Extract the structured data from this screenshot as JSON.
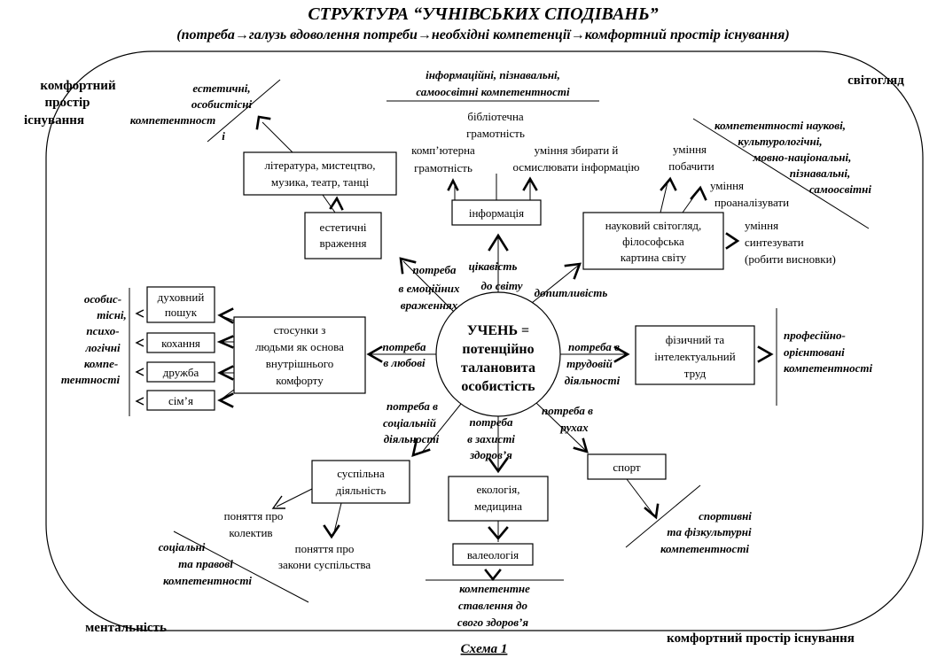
{
  "title": "СТРУКТУРА “УЧНІВСЬКИХ СПОДІВАНЬ”",
  "subtitle": "(потреба→галузь вдоволення потреби→необхідні компетенції→комфортний простір існування)",
  "caption": "Схема 1",
  "corners": {
    "top_left": [
      "комфортний",
      "простір",
      "існування"
    ],
    "top_right": "світогляд",
    "bottom_left": "ментальність",
    "bottom_right": "комфортний простір існування"
  },
  "center": [
    "УЧЕНЬ =",
    "потенційно",
    "талановита",
    "особистість"
  ],
  "needs": {
    "curiosity": [
      "цікавість",
      "до світу"
    ],
    "inquisitiveness": [
      "допитливість"
    ],
    "emotional": [
      "потреба",
      "в емоційних",
      "враженнях"
    ],
    "love": [
      "потреба",
      "в любові"
    ],
    "labor": [
      "потреба в",
      "трудовій",
      "діяльності"
    ],
    "social": [
      "потреба в",
      "соціальній",
      "діяльності"
    ],
    "protection": [
      "потреба",
      "в захисті",
      "здоров’я"
    ],
    "movement": [
      "потреба в",
      "рухах"
    ]
  },
  "boxes": {
    "information": [
      "інформація"
    ],
    "aesthetic": [
      "естетичні",
      "враження"
    ],
    "arts": [
      "література, мистецтво,",
      "музика, театр, танці"
    ],
    "science": [
      "науковий світогляд,",
      "філософська",
      "картина світу"
    ],
    "relations": [
      "стосунки з",
      "людьми як основа",
      "внутрішнього",
      "комфорту"
    ],
    "spiritual": [
      "духовний",
      "пошук"
    ],
    "love_item": [
      "кохання"
    ],
    "friendship": [
      "дружба"
    ],
    "family": [
      "сім’я"
    ],
    "physical": [
      "фізичний та",
      "інтелектуальний",
      "труд"
    ],
    "social_activity": [
      "суспільна",
      "діяльність"
    ],
    "ecology": [
      "екологія,",
      "медицина"
    ],
    "valeology": [
      "валеологія"
    ],
    "sport": [
      "спорт"
    ]
  },
  "skills": {
    "library": [
      "бібліотечна",
      "грамотність"
    ],
    "computer": [
      "комп’ютерна",
      "грамотність"
    ],
    "gather": [
      "уміння збирати й",
      "осмислювати інформацію"
    ],
    "see": [
      "уміння",
      "побачити"
    ],
    "analyze": [
      "уміння",
      "проаналізувати"
    ],
    "synthesize": [
      "уміння",
      "синтезувати",
      "(робити висновки)"
    ],
    "collective": [
      "поняття про",
      "колектив"
    ],
    "laws": [
      "поняття про",
      "закони суспільства"
    ]
  },
  "competences": {
    "info": [
      "інформаційні, пізнавальні,",
      "самоосвітні компетентності"
    ],
    "aesthetic": [
      "естетичні,",
      "особистісні",
      "компетентност",
      "і"
    ],
    "scientific": [
      "компетентності наукові,",
      "культурологічні,",
      "мовно-національні,",
      "пізнавальні,",
      "самоосвітні"
    ],
    "personal": [
      "особис-",
      "тісні,",
      "психо-",
      "логічні",
      "компе-",
      "тентності"
    ],
    "professional": [
      "професійно-",
      "орієнтовані",
      "компетентності"
    ],
    "social": [
      "соціальні",
      "та правові",
      "компетентності"
    ],
    "health": [
      "компетентне",
      "ставлення до",
      "свого здоров’я"
    ],
    "sport": [
      "спортивні",
      "та фізкультурні",
      "компетентності"
    ]
  }
}
